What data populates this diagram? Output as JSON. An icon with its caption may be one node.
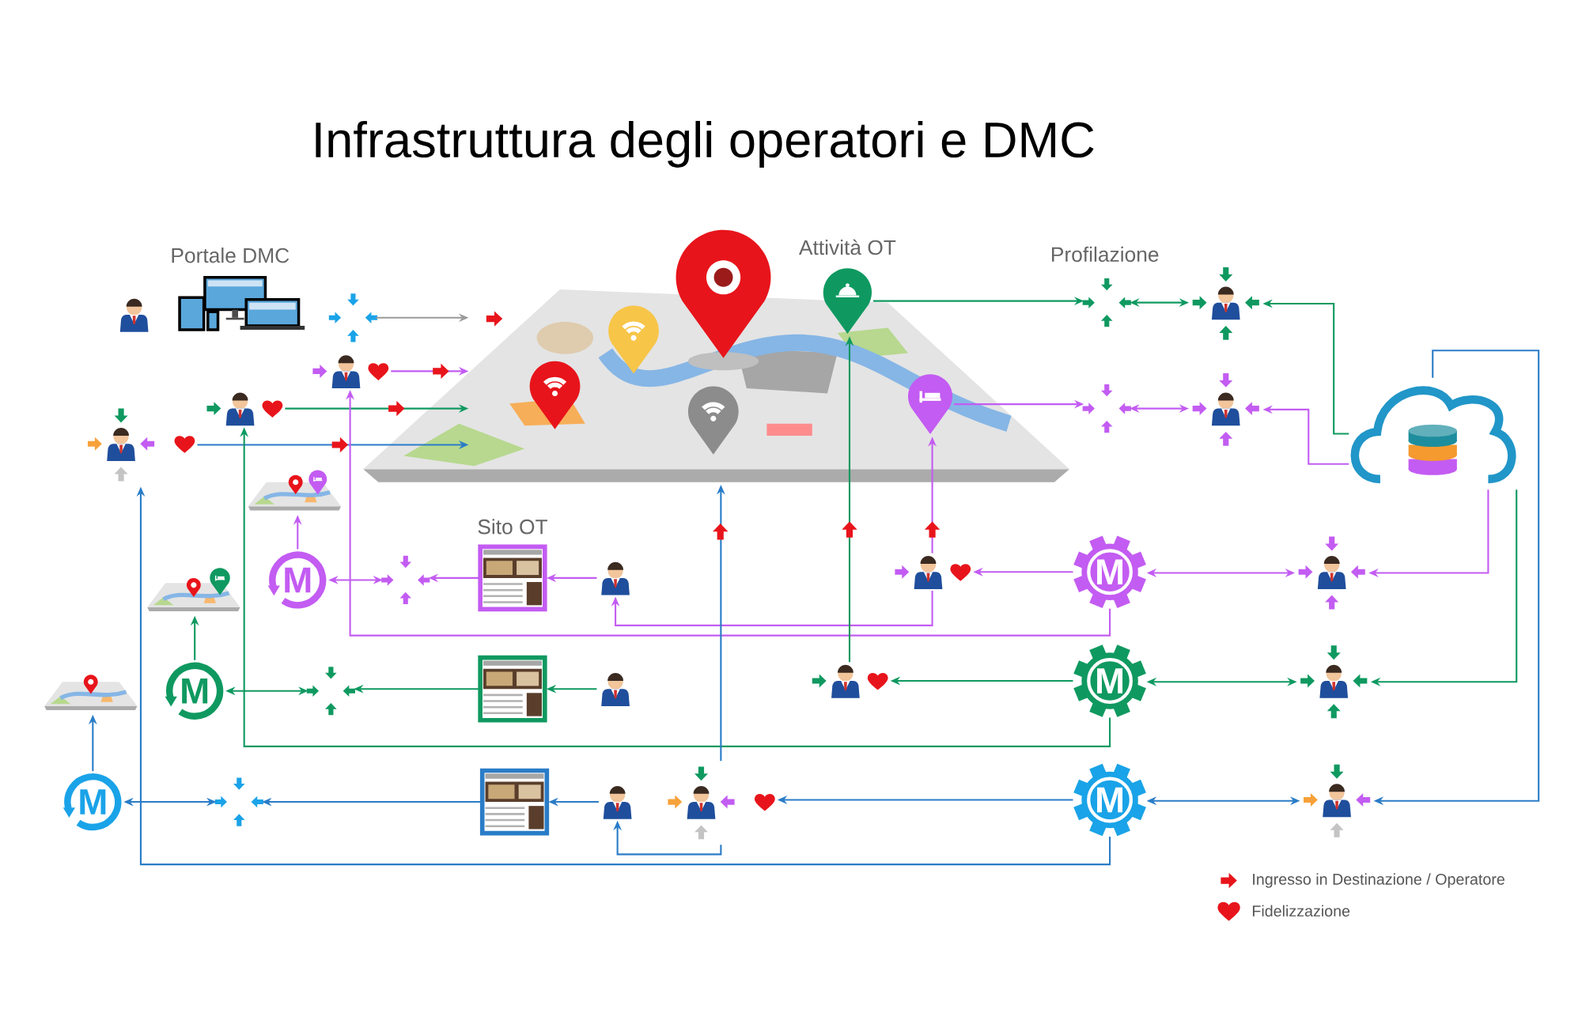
{
  "diagram": {
    "title": "Infrastruttura degli operatori e DMC",
    "nodes": [
      {
        "text": [],
        "shape": "person"
      },
      {
        "text": [],
        "shape": "picture"
      },
      {
        "text": [],
        "shape": "cross"
      },
      {
        "text": [],
        "shape": "person"
      },
      {
        "text": [],
        "shape": "person"
      },
      {
        "text": [],
        "shape": "person"
      },
      {
        "text": [],
        "shape": "picture"
      },
      {
        "text": [],
        "shape": "picture"
      },
      {
        "text": [],
        "shape": "cross"
      },
      {
        "text": [],
        "shape": "person"
      },
      {
        "text": [],
        "shape": "picture",
        "in": 6
      },
      {
        "text": [],
        "shape": "cross"
      },
      {
        "text": [],
        "shape": "person"
      },
      {
        "text": [],
        "shape": "cloud"
      },
      {
        "text": [],
        "shape": "picture"
      },
      {
        "text": [],
        "shape": "picture"
      },
      {
        "text": [],
        "shape": "picture"
      },
      {
        "text": [
          "M"
        ]
      },
      {
        "text": [],
        "shape": "cross"
      },
      {
        "text": [],
        "shape": "picture"
      },
      {
        "text": [],
        "shape": "person"
      },
      {
        "text": [],
        "shape": "person"
      },
      {
        "text": [
          "M"
        ]
      },
      {
        "text": [],
        "shape": "person"
      },
      {
        "text": [
          "M"
        ]
      },
      {
        "text": [],
        "shape": "cross"
      },
      {
        "text": [],
        "shape": "picture"
      },
      {
        "text": [],
        "shape": "person"
      },
      {
        "text": [],
        "shape": "person"
      },
      {
        "text": [
          "M"
        ]
      },
      {
        "text": [],
        "shape": "person"
      },
      {
        "text": [
          "M"
        ]
      },
      {
        "text": [],
        "shape": "cross"
      },
      {
        "text": [],
        "shape": "picture"
      },
      {
        "text": [],
        "shape": "person"
      },
      {
        "text": [],
        "shape": "person"
      },
      {
        "text": [
          "M"
        ]
      },
      {
        "text": [],
        "shape": "person"
      }
    ],
    "edges": [
      {
        "from": 2,
        "to": 6,
        "arrow": "to",
        "color": "#9a9a9a"
      },
      {
        "from": 3,
        "to": 6,
        "arrow": "to",
        "color": "#c35cf2"
      },
      {
        "from": 4,
        "to": 6,
        "arrow": "to",
        "color": "#0f9960"
      },
      {
        "from": 5,
        "to": 6,
        "arrow": "to",
        "color": "#2a7cc7"
      },
      {
        "from": 7,
        "to": 8,
        "arrow": "to",
        "color": "#0f9960"
      },
      {
        "from": 8,
        "to": 9,
        "arrow": "both",
        "color": "#0f9960"
      },
      {
        "from": 13,
        "to": 9,
        "arrow": "to",
        "color": "#0f9960"
      },
      {
        "from": 10,
        "to": 11,
        "arrow": "to",
        "color": "#c35cf2"
      },
      {
        "from": 11,
        "to": 12,
        "arrow": "both",
        "color": "#c35cf2"
      },
      {
        "from": 13,
        "to": 12,
        "arrow": "to",
        "color": "#c35cf2"
      },
      {
        "from": 13,
        "to": 23,
        "arrow": "to",
        "color": "#c35cf2"
      },
      {
        "from": 13,
        "to": 30,
        "arrow": "to",
        "color": "#0f9960"
      },
      {
        "from": 13,
        "to": 37,
        "arrow": "to",
        "color": "#2a7cc7"
      },
      {
        "from": 23,
        "to": 22,
        "arrow": "both",
        "color": "#c35cf2"
      },
      {
        "from": 22,
        "to": 21,
        "arrow": "to",
        "color": "#c35cf2"
      },
      {
        "from": 21,
        "to": 10,
        "arrow": "to",
        "color": "#c35cf2"
      },
      {
        "from": 22,
        "to": 3,
        "arrow": "to",
        "color": "#c35cf2"
      },
      {
        "from": 21,
        "to": 20,
        "arrow": "to",
        "color": "#c35cf2"
      },
      {
        "from": 20,
        "to": 19,
        "arrow": "to",
        "color": "#c35cf2"
      },
      {
        "from": 19,
        "to": 18,
        "arrow": "to",
        "color": "#c35cf2"
      },
      {
        "from": 18,
        "to": 17,
        "arrow": "both",
        "color": "#c35cf2"
      },
      {
        "from": 17,
        "to": 14,
        "arrow": "to",
        "color": "#c35cf2"
      },
      {
        "from": 30,
        "to": 29,
        "arrow": "both",
        "color": "#0f9960"
      },
      {
        "from": 29,
        "to": 28,
        "arrow": "to",
        "color": "#0f9960"
      },
      {
        "from": 28,
        "to": 7,
        "arrow": "to",
        "color": "#0f9960"
      },
      {
        "from": 29,
        "to": 4,
        "arrow": "to",
        "color": "#0f9960"
      },
      {
        "from": 27,
        "to": 26,
        "arrow": "to",
        "color": "#0f9960"
      },
      {
        "from": 26,
        "to": 25,
        "arrow": "to",
        "color": "#0f9960"
      },
      {
        "from": 25,
        "to": 24,
        "arrow": "both",
        "color": "#0f9960"
      },
      {
        "from": 24,
        "to": 15,
        "arrow": "to",
        "color": "#0f9960"
      },
      {
        "from": 37,
        "to": 36,
        "arrow": "both",
        "color": "#2a7cc7"
      },
      {
        "from": 36,
        "to": 35,
        "arrow": "to",
        "color": "#2a7cc7"
      },
      {
        "from": 35,
        "to": 6,
        "arrow": "to",
        "color": "#2a7cc7"
      },
      {
        "from": 35,
        "to": 34,
        "arrow": "to",
        "color": "#2a7cc7"
      },
      {
        "from": 34,
        "to": 33,
        "arrow": "to",
        "color": "#2a7cc7"
      },
      {
        "from": 33,
        "to": 32,
        "arrow": "to",
        "color": "#2a7cc7"
      },
      {
        "from": 32,
        "to": 31,
        "arrow": "both",
        "color": "#2a7cc7"
      },
      {
        "from": 31,
        "to": 16,
        "arrow": "to",
        "color": "#2a7cc7"
      },
      {
        "from": 36,
        "to": 5,
        "arrow": "to",
        "color": "#2a7cc7"
      }
    ],
    "labels": [
      "Portale DMC",
      "Attività OT",
      "Profilazione",
      "Sito OT"
    ],
    "legend": [
      {
        "text": "Ingresso in Destinazione / Operatore"
      },
      {
        "text": "Fidelizzazione"
      }
    ]
  }
}
